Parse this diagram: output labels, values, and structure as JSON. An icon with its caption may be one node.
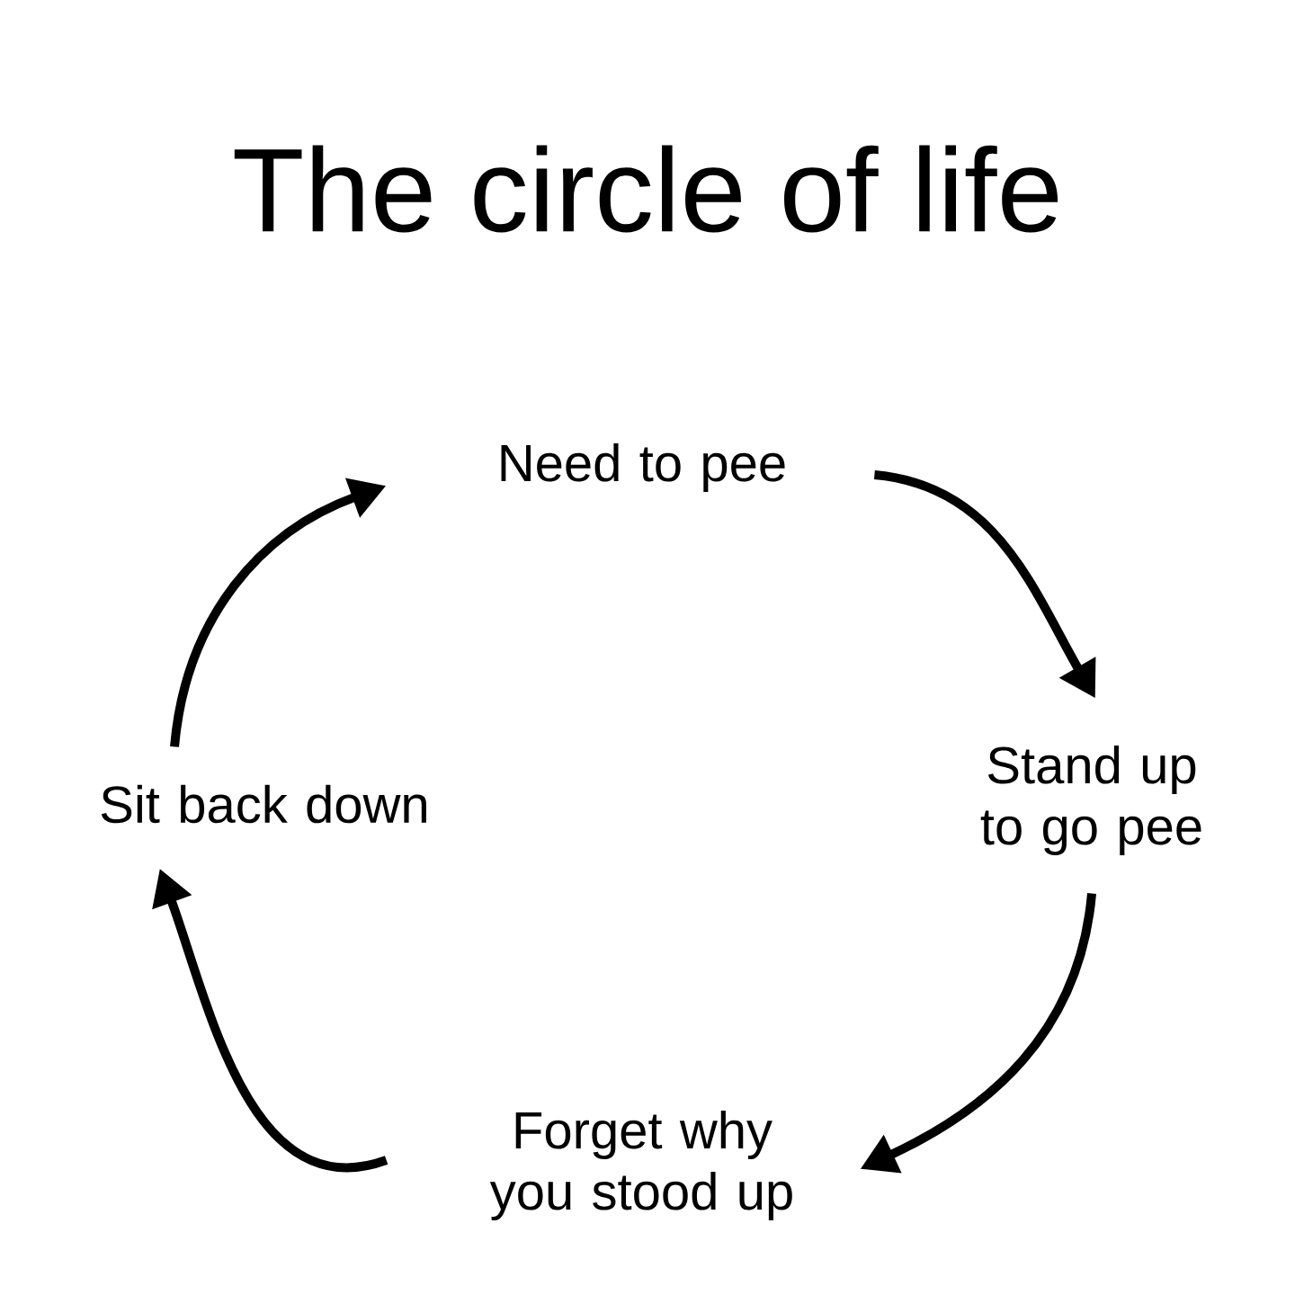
{
  "diagram": {
    "title": "The circle of life",
    "nodes": [
      {
        "text": [
          "Need to pee"
        ]
      },
      {
        "text": [
          "Stand up to go pee"
        ]
      },
      {
        "text": [
          "Forget why you stood up"
        ]
      },
      {
        "text": [
          "Sit back down"
        ]
      }
    ],
    "edges": [
      {
        "from": 0,
        "to": 1,
        "arrow": "to"
      },
      {
        "from": 1,
        "to": 2,
        "arrow": "to"
      },
      {
        "from": 2,
        "to": 3,
        "arrow": "to"
      },
      {
        "from": 3,
        "to": 0,
        "arrow": "to"
      }
    ]
  }
}
